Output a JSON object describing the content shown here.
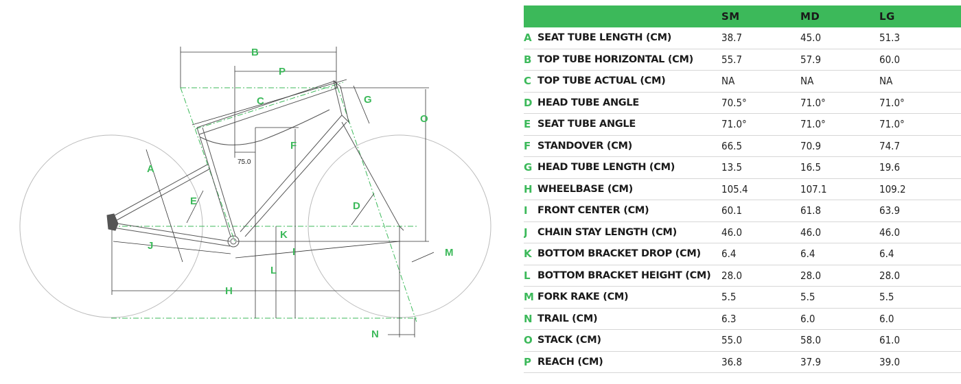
{
  "diagram": {
    "dimension_labels": [
      "A",
      "B",
      "C",
      "D",
      "E",
      "F",
      "G",
      "H",
      "I",
      "J",
      "K",
      "L",
      "M",
      "N",
      "O",
      "P"
    ],
    "setback_value": "75.0"
  },
  "table": {
    "header": [
      "",
      "",
      "SM",
      "MD",
      "LG"
    ],
    "rows": [
      {
        "letter": "A",
        "label": "SEAT TUBE LENGTH (CM)",
        "sm": "38.7",
        "md": "45.0",
        "lg": "51.3"
      },
      {
        "letter": "B",
        "label": "TOP TUBE HORIZONTAL (CM)",
        "sm": "55.7",
        "md": "57.9",
        "lg": "60.0"
      },
      {
        "letter": "C",
        "label": "TOP TUBE ACTUAL (CM)",
        "sm": "NA",
        "md": "NA",
        "lg": "NA"
      },
      {
        "letter": "D",
        "label": "HEAD TUBE ANGLE",
        "sm": "70.5°",
        "md": "71.0°",
        "lg": "71.0°"
      },
      {
        "letter": "E",
        "label": "SEAT TUBE ANGLE",
        "sm": "71.0°",
        "md": "71.0°",
        "lg": "71.0°"
      },
      {
        "letter": "F",
        "label": "STANDOVER (CM)",
        "sm": "66.5",
        "md": "70.9",
        "lg": "74.7"
      },
      {
        "letter": "G",
        "label": "HEAD TUBE LENGTH (CM)",
        "sm": "13.5",
        "md": "16.5",
        "lg": "19.6"
      },
      {
        "letter": "H",
        "label": "WHEELBASE (CM)",
        "sm": "105.4",
        "md": "107.1",
        "lg": "109.2"
      },
      {
        "letter": "I",
        "label": "FRONT CENTER (CM)",
        "sm": "60.1",
        "md": "61.8",
        "lg": "63.9"
      },
      {
        "letter": "J",
        "label": "CHAIN STAY LENGTH (CM)",
        "sm": "46.0",
        "md": "46.0",
        "lg": "46.0"
      },
      {
        "letter": "K",
        "label": "BOTTOM BRACKET DROP (CM)",
        "sm": "6.4",
        "md": "6.4",
        "lg": "6.4"
      },
      {
        "letter": "L",
        "label": "BOTTOM BRACKET HEIGHT (CM)",
        "sm": "28.0",
        "md": "28.0",
        "lg": "28.0"
      },
      {
        "letter": "M",
        "label": "FORK RAKE (CM)",
        "sm": "5.5",
        "md": "5.5",
        "lg": "5.5"
      },
      {
        "letter": "N",
        "label": "TRAIL (CM)",
        "sm": "6.3",
        "md": "6.0",
        "lg": "6.0"
      },
      {
        "letter": "O",
        "label": "STACK (CM)",
        "sm": "55.0",
        "md": "58.0",
        "lg": "61.0"
      },
      {
        "letter": "P",
        "label": "REACH (CM)",
        "sm": "36.8",
        "md": "37.9",
        "lg": "39.0"
      }
    ]
  },
  "colors": {
    "accent": "#3cb95a",
    "line": "#555555",
    "wheel": "#bbbbbb"
  }
}
